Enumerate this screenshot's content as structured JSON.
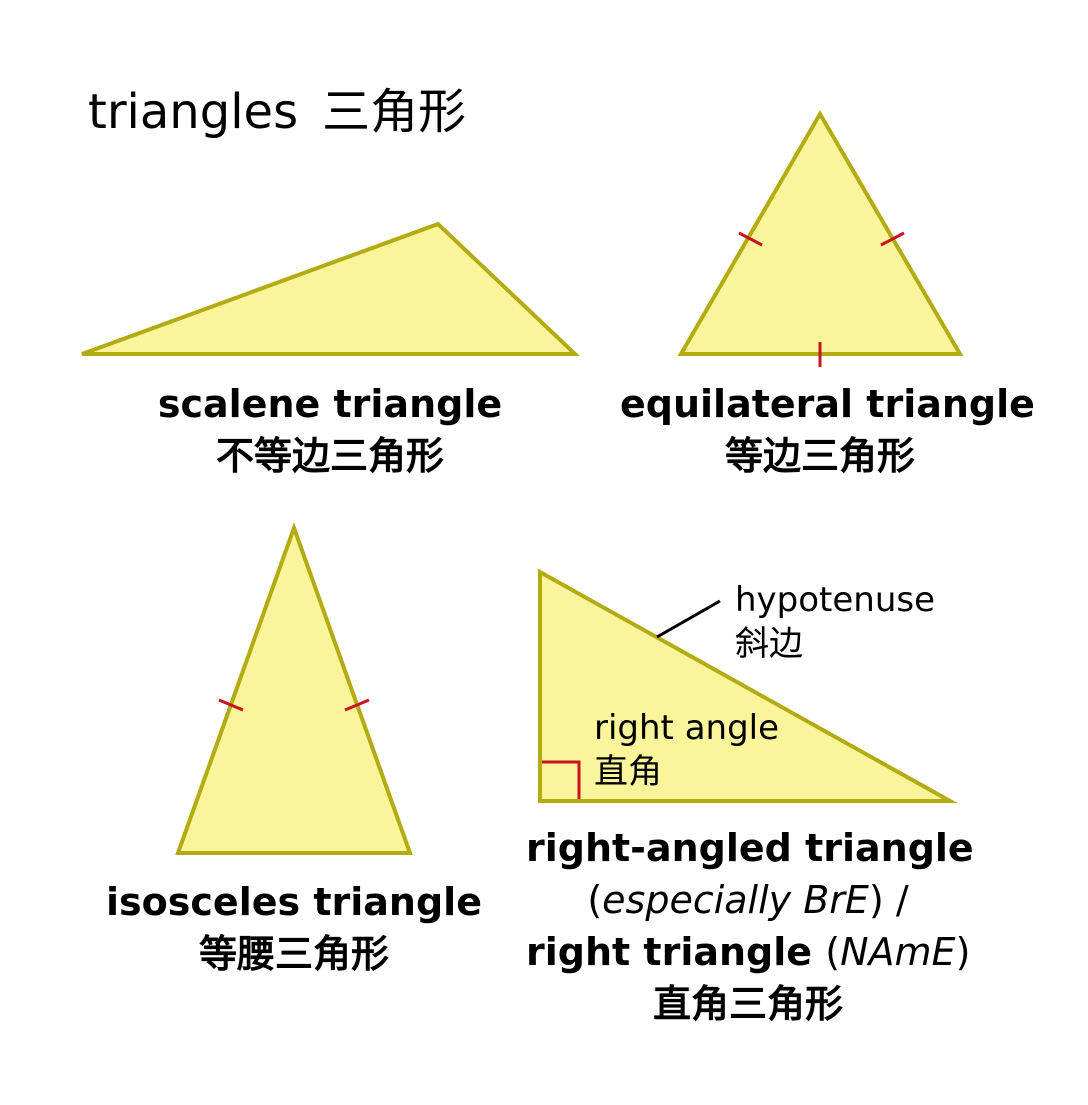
{
  "title": {
    "en": "triangles",
    "zh": "三角形"
  },
  "colors": {
    "fill": "#faf59a",
    "stroke": "#b3ab12",
    "tick": "#c8141e",
    "leader": "#000000"
  },
  "scalene": {
    "en": "scalene triangle",
    "zh": "不等边三角形"
  },
  "equilateral": {
    "en": "equilateral triangle",
    "zh": "等边三角形"
  },
  "isosceles": {
    "en": "isosceles triangle",
    "zh": "等腰三角形"
  },
  "right": {
    "en1": "right-angled triangle",
    "en2_open": "(",
    "en2_ital": "especially BrE",
    "en2_close": ") /",
    "en3": "right triangle",
    "en3_open": "(",
    "en3_ital": "NAmE",
    "en3_close": ")",
    "zh": "直角三角形"
  },
  "labels": {
    "hypotenuse_en": "hypotenuse",
    "hypotenuse_zh": "斜边",
    "right_angle_en": "right angle",
    "right_angle_zh": "直角"
  }
}
